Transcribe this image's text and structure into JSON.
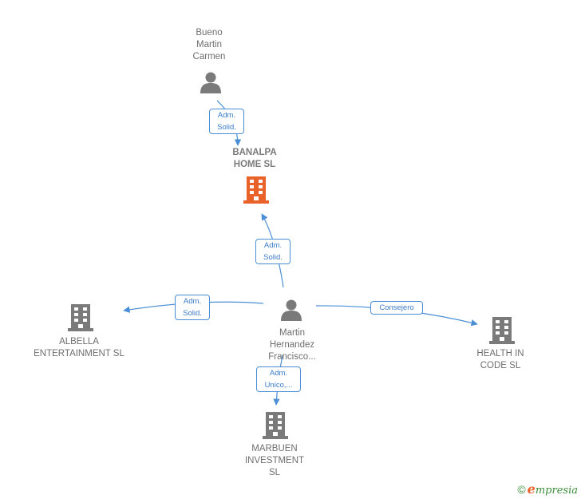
{
  "nodes": {
    "bueno": {
      "label": "Bueno\nMartin\nCarmen",
      "type": "person"
    },
    "banalpa": {
      "label": "BANALPA\nHOME  SL",
      "type": "company",
      "highlight": true
    },
    "albella": {
      "label": "ALBELLA\nENTERTAINMENT SL",
      "type": "company"
    },
    "martin": {
      "label": "Martin\nHernandez\nFrancisco...",
      "type": "person"
    },
    "health": {
      "label": "HEALTH IN\nCODE  SL",
      "type": "company"
    },
    "marbuen": {
      "label": "MARBUEN\nINVESTMENT\nSL",
      "type": "company"
    }
  },
  "edges": {
    "bueno_banalpa": "Adm.\nSolid.",
    "martin_banalpa": "Adm.\nSolid.",
    "martin_albella": "Adm.\nSolid.",
    "martin_health": "Consejero",
    "martin_marbuen": "Adm.\nUnico,..."
  },
  "colors": {
    "edge": "#4a8fd6",
    "person": "#7a7a7a",
    "company": "#7a7a7a",
    "company_highlight": "#e8622a"
  },
  "footer": {
    "copyright": "©",
    "brand_initial": "e",
    "brand_rest": "mpresia"
  }
}
